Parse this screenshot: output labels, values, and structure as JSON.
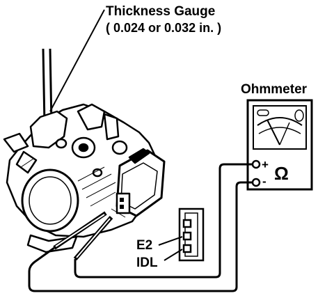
{
  "labels": {
    "gauge_title": "Thickness Gauge",
    "gauge_spec": "( 0.024 or 0.032 in. )",
    "meter_title": "Ohmmeter",
    "pin_e2": "E2",
    "pin_idl": "IDL",
    "plus": "+",
    "minus": "-",
    "ohm": "Ω"
  }
}
